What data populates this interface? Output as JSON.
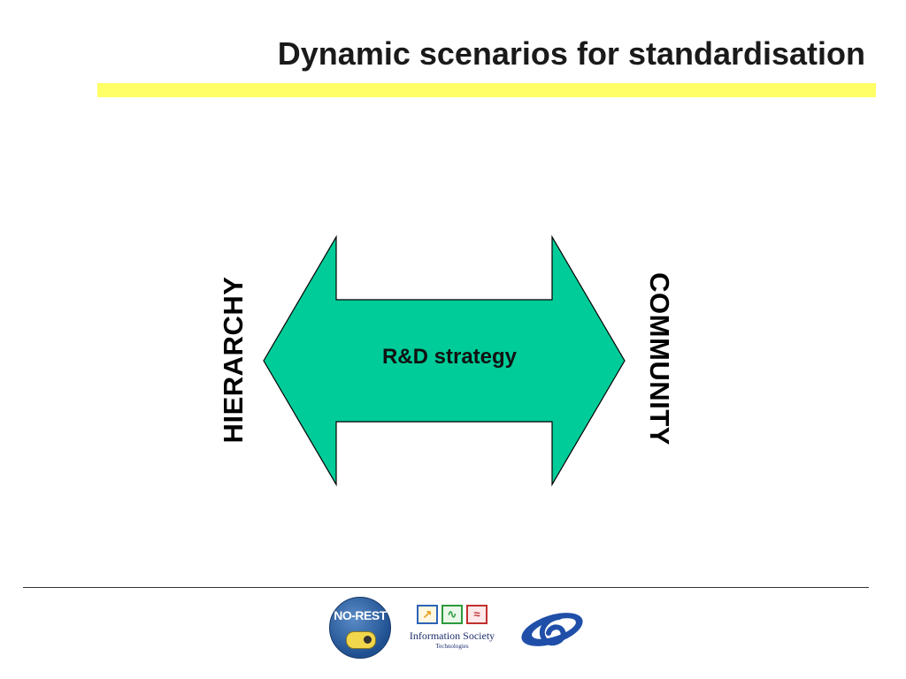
{
  "slide": {
    "title": "Dynamic scenarios for standardisation",
    "accent_bar_color": "#ffff66"
  },
  "diagram": {
    "arrow_fill_color": "#00cc99",
    "arrow_stroke_color": "#000000",
    "center_label": "R&D strategy",
    "left_label": "HIERARCHY",
    "right_label": "COMMUNITY"
  },
  "footer": {
    "logos": [
      {
        "name": "no-rest-logo",
        "text": "NO-REST"
      },
      {
        "name": "information-society-logo",
        "text": "Information Society",
        "subtext": "Technologies",
        "icons": [
          "↗",
          "∿",
          "≈"
        ]
      },
      {
        "name": "fp6-logo"
      }
    ]
  }
}
